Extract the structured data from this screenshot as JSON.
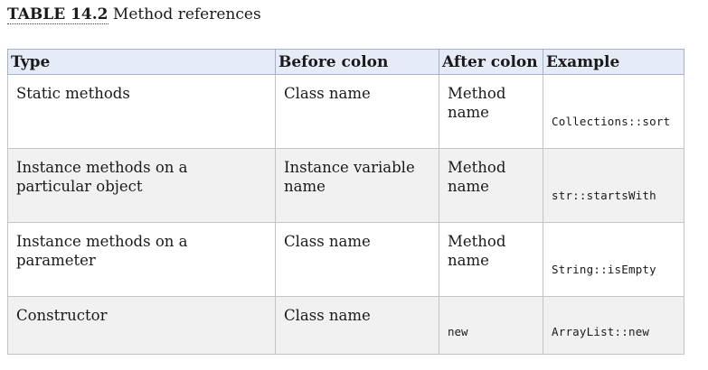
{
  "caption": {
    "label": "TABLE 14.2",
    "title": "Method references"
  },
  "table": {
    "headers": [
      "Type",
      "Before colon",
      "After colon",
      "Example"
    ],
    "rows": [
      {
        "type": "Static methods",
        "before": "Class name",
        "after": "Method name",
        "example": "Collections::sort"
      },
      {
        "type": "Instance methods on a particular object",
        "before": "Instance variable name",
        "after": "Method name",
        "example": "str::startsWith"
      },
      {
        "type": "Instance methods on a parameter",
        "before": "Class name",
        "after": "Method name",
        "example": "String::isEmpty"
      },
      {
        "type": "Constructor",
        "before": "Class name",
        "after": "new",
        "example": "ArrayList::new"
      }
    ]
  }
}
